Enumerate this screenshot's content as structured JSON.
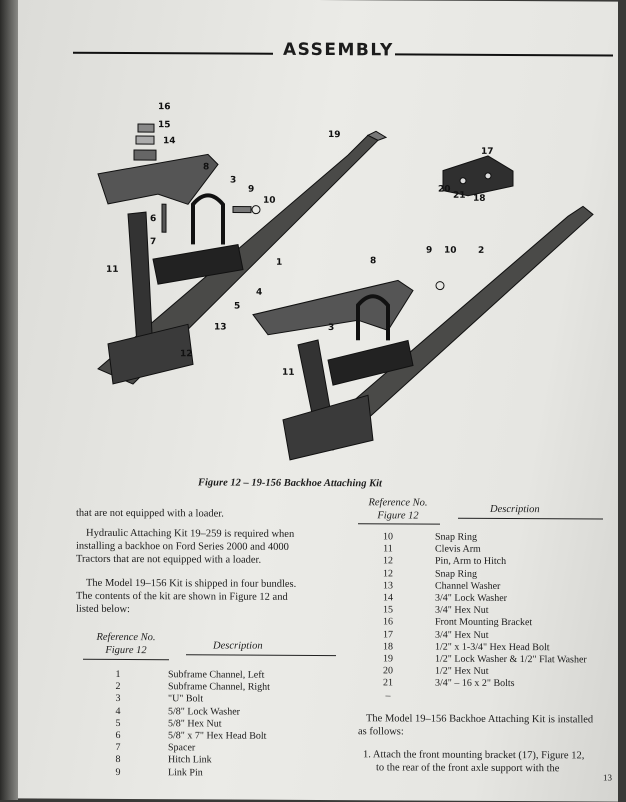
{
  "header": {
    "title": "ASSEMBLY"
  },
  "figure": {
    "caption": "Figure 12 – 19-156 Backhoe Attaching Kit",
    "callouts": [
      "16",
      "15",
      "14",
      "19",
      "8",
      "3",
      "9",
      "10",
      "17",
      "6",
      "7",
      "20",
      "21",
      "18",
      "11",
      "1",
      "9",
      "10",
      "2",
      "8",
      "4",
      "5",
      "13",
      "3",
      "12",
      "11"
    ]
  },
  "left_text": {
    "p0": "that are not equipped with a loader.",
    "p1a": "Hydraulic Attaching Kit 19–259 is required when",
    "p1b": "installing a backhoe on Ford Series 2000 and 4000",
    "p1c": "Tractors that are not equipped with a loader.",
    "p2a": "The Model 19–156 Kit is shipped in four bundles.",
    "p2b": "The contents of the kit are shown in Figure 12 and",
    "p2c": "listed below:"
  },
  "table_left": {
    "ref_header_1": "Reference No.",
    "ref_header_2": "Figure 12",
    "desc_header": "Description",
    "rows": [
      {
        "ref": "1",
        "desc": "Subframe Channel, Left"
      },
      {
        "ref": "2",
        "desc": "Subframe Channel, Right"
      },
      {
        "ref": "3",
        "desc": "\"U\" Bolt"
      },
      {
        "ref": "4",
        "desc": "5/8\" Lock Washer"
      },
      {
        "ref": "5",
        "desc": "5/8\" Hex Nut"
      },
      {
        "ref": "6",
        "desc": "5/8\" x 7\" Hex Head Bolt"
      },
      {
        "ref": "7",
        "desc": "Spacer"
      },
      {
        "ref": "8",
        "desc": "Hitch Link"
      },
      {
        "ref": "9",
        "desc": "Link Pin"
      }
    ]
  },
  "table_right": {
    "ref_header_1": "Reference No.",
    "ref_header_2": "Figure 12",
    "desc_header": "Description",
    "rows": [
      {
        "ref": "10",
        "desc": "Snap Ring"
      },
      {
        "ref": "11",
        "desc": "Clevis Arm"
      },
      {
        "ref": "12",
        "desc": "Pin, Arm to Hitch"
      },
      {
        "ref": "12",
        "desc": "Snap Ring"
      },
      {
        "ref": "13",
        "desc": "Channel Washer"
      },
      {
        "ref": "14",
        "desc": "3/4\" Lock Washer"
      },
      {
        "ref": "15",
        "desc": "3/4\" Hex Nut"
      },
      {
        "ref": "16",
        "desc": "Front Mounting Bracket"
      },
      {
        "ref": "17",
        "desc": "3/4\" Hex Nut"
      },
      {
        "ref": "18",
        "desc": "1/2\" x 1-3/4\" Hex Head Bolt"
      },
      {
        "ref": "19",
        "desc": "1/2\" Lock Washer & 1/2\" Flat Washer"
      },
      {
        "ref": "20",
        "desc": "1/2\" Hex Nut"
      },
      {
        "ref": "21",
        "desc": "3/4\" – 16 x 2\" Bolts"
      },
      {
        "ref": "–",
        "desc": ""
      }
    ]
  },
  "right_text": {
    "p1a": "The Model 19–156 Backhoe Attaching Kit is installed",
    "p1b": "as follows:",
    "s1a": "1. Attach the front mounting bracket (17), Figure 12,",
    "s1b": "to the rear of the front axle support with the"
  },
  "page_number": "13"
}
